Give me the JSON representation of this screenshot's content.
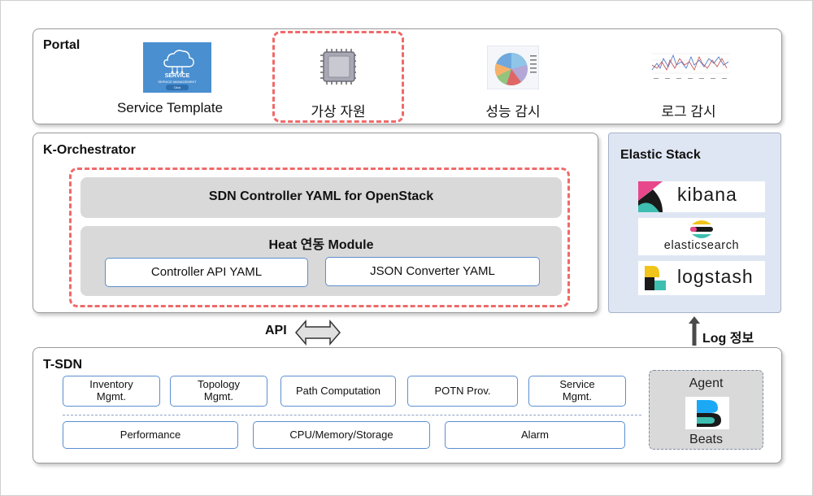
{
  "portal": {
    "title": "Portal",
    "items": [
      {
        "label": "Service Template",
        "thumb_title": "SERVICE",
        "thumb_sub": "SERVICE MANAGEMENT",
        "thumb_btn": "Click"
      },
      {
        "label": "가상 자원"
      },
      {
        "label": "성능 감시"
      },
      {
        "label": "로그 감시"
      }
    ]
  },
  "orchestrator": {
    "title": "K-Orchestrator",
    "sdn_box": "SDN Controller YAML for OpenStack",
    "heat_title": "Heat 연동 Module",
    "heat_items": [
      "Controller API YAML",
      "JSON Converter YAML"
    ]
  },
  "elastic": {
    "title": "Elastic Stack",
    "logos": [
      "kibana",
      "elasticsearch",
      "logstash"
    ]
  },
  "connectors": {
    "api_label": "API",
    "log_label": "Log 정보"
  },
  "tsdn": {
    "title": "T-SDN",
    "row1": [
      "Inventory\nMgmt.",
      "Topology\nMgmt.",
      "Path Computation",
      "POTN Prov.",
      "Service\nMgmt."
    ],
    "row2": [
      "Performance",
      "CPU/Memory/Storage",
      "Alarm"
    ],
    "agent_label": "Agent",
    "beats_label": "Beats"
  },
  "colors": {
    "red_dash": "#ef6a6a",
    "blue_border": "#5b8fd0",
    "gray_fill": "#d9d9d9",
    "elastic_bg": "#dfe6f3"
  }
}
